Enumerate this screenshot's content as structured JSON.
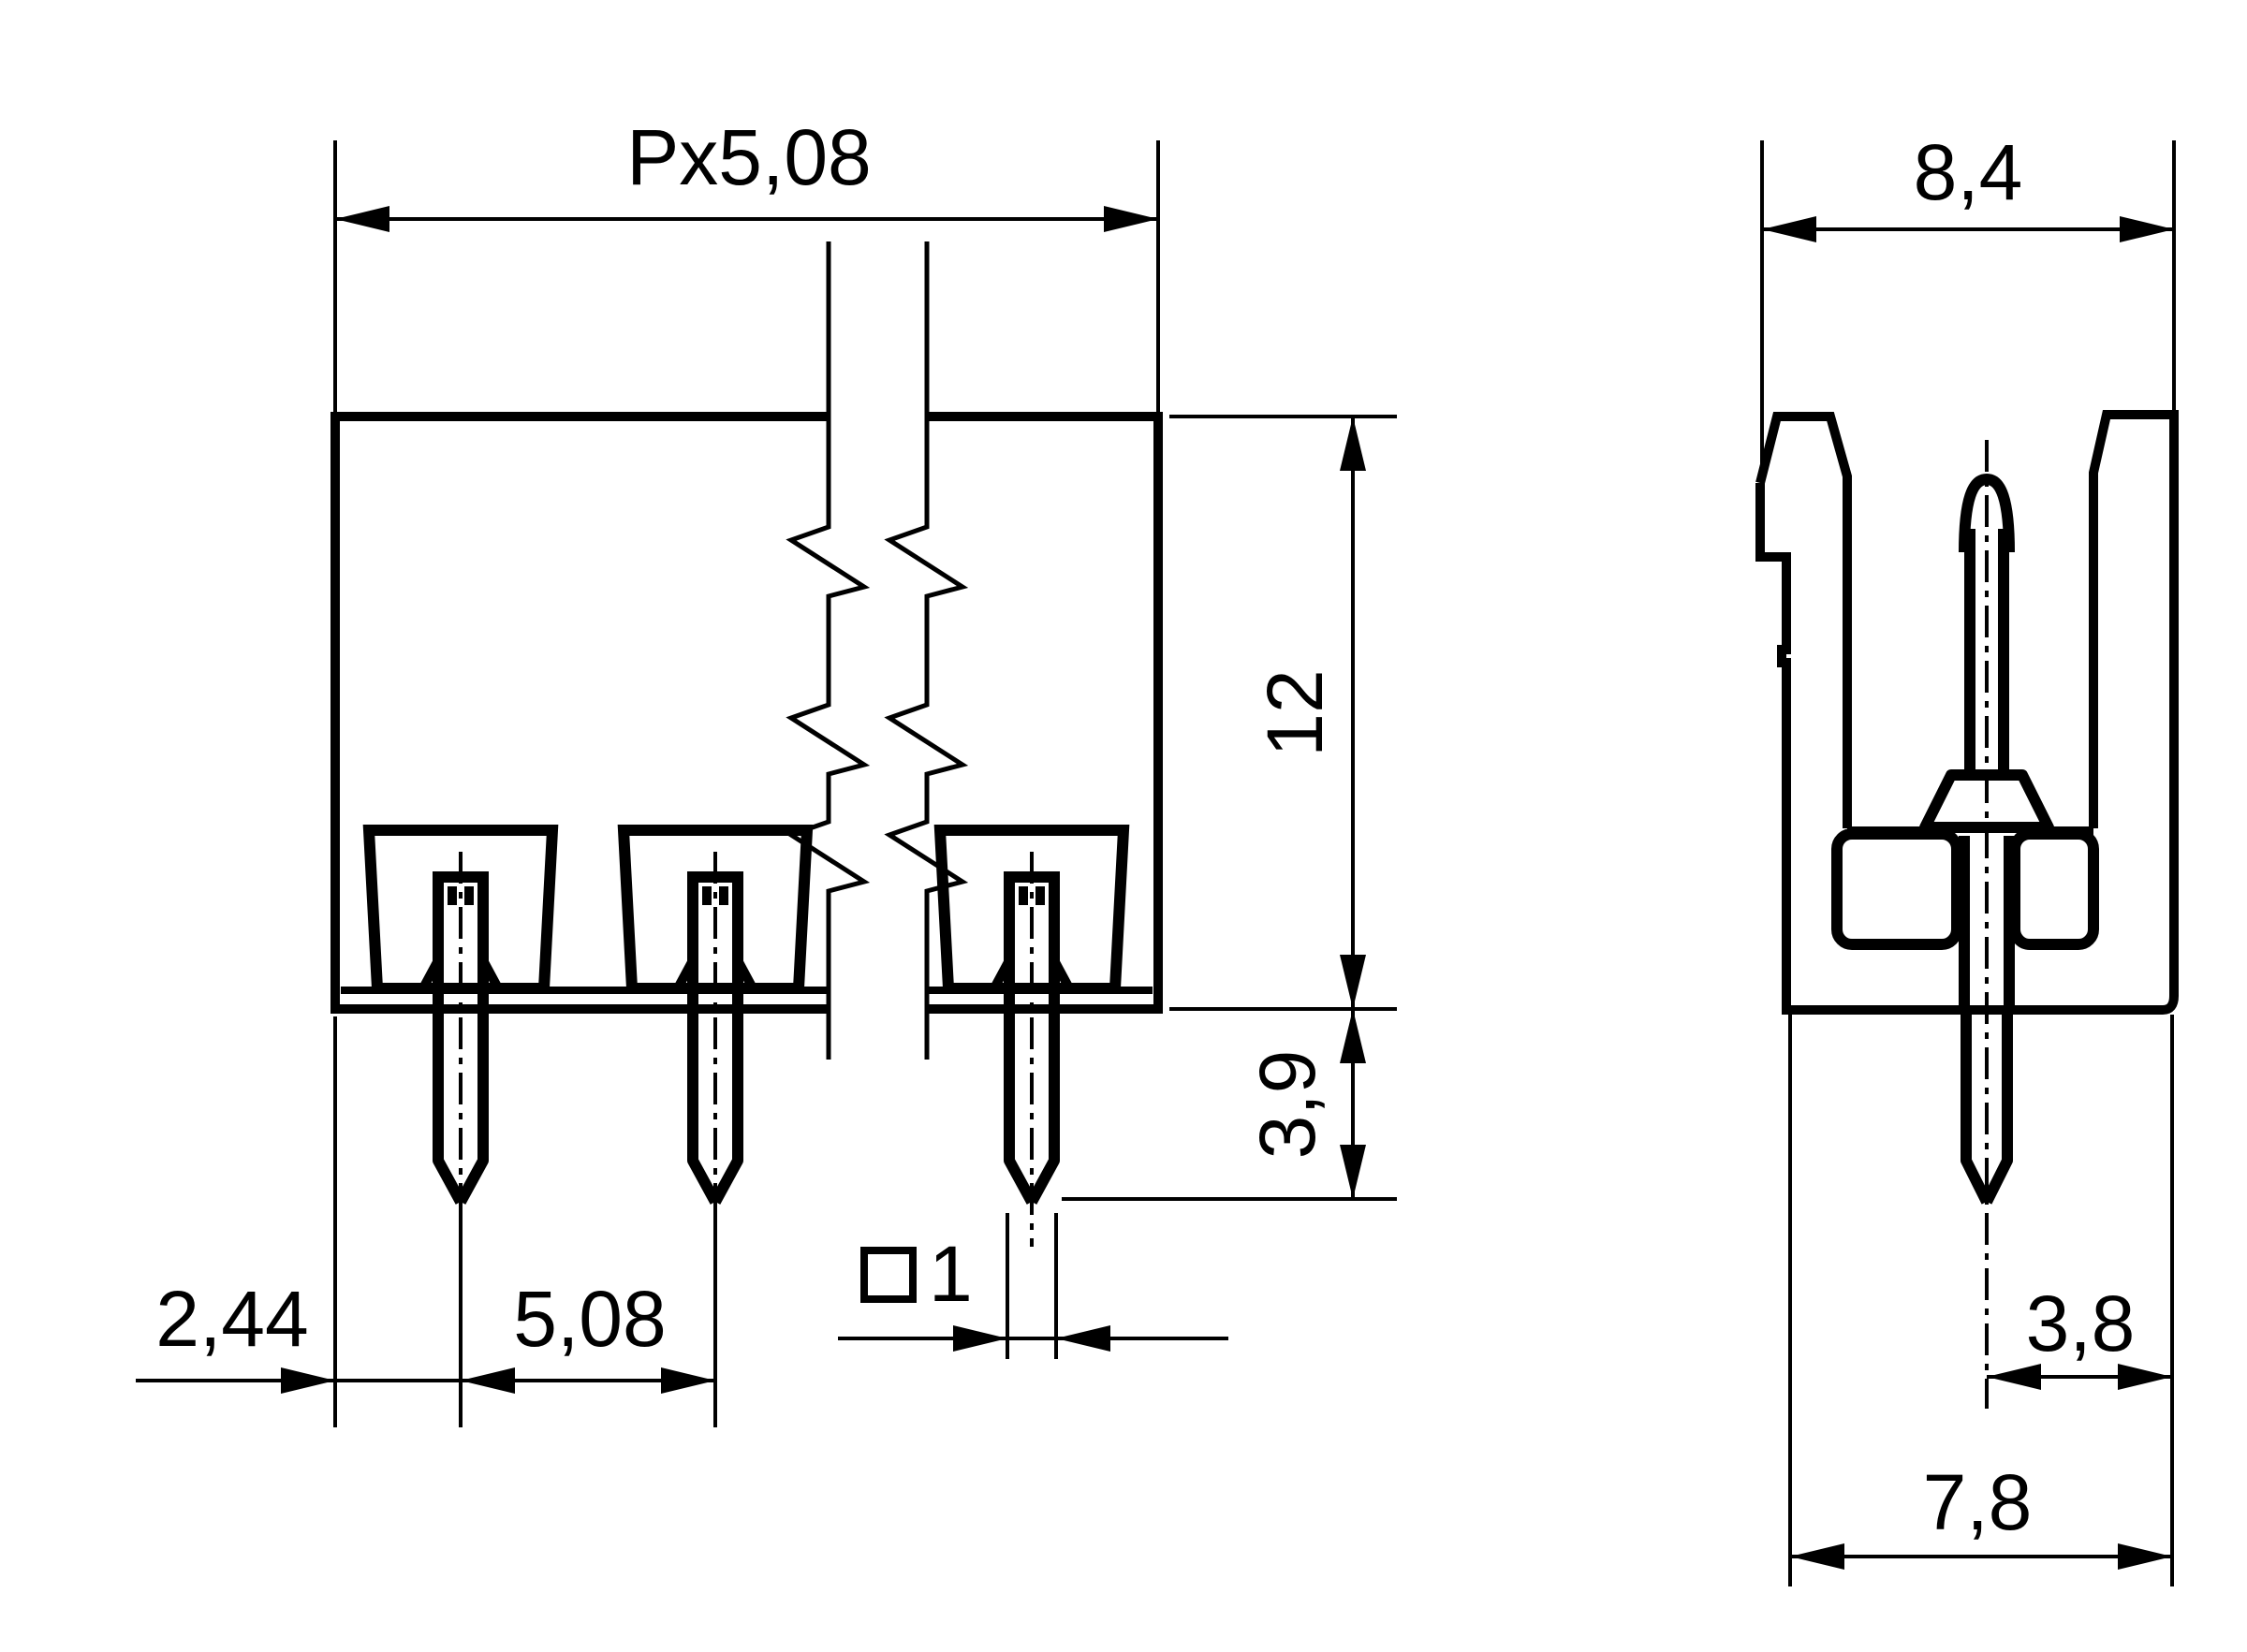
{
  "drawing": {
    "type": "technical-dimension-drawing",
    "component": "pin header connector, front and side orthographic views",
    "labels": {
      "pitch_overall": "Px5,08",
      "body_height": "12",
      "pin_protrusion": "3,9",
      "edge_to_first_pin": "2,44",
      "pin_pitch": "5,08",
      "pin_square_size": "1",
      "side_width": "8,4",
      "pin_center_to_edge": "3,8",
      "base_width": "7,8"
    },
    "icons": {
      "square_symbol": "square-section pin symbol"
    },
    "colors": {
      "ink": "#000000",
      "background": "#ffffff"
    }
  }
}
